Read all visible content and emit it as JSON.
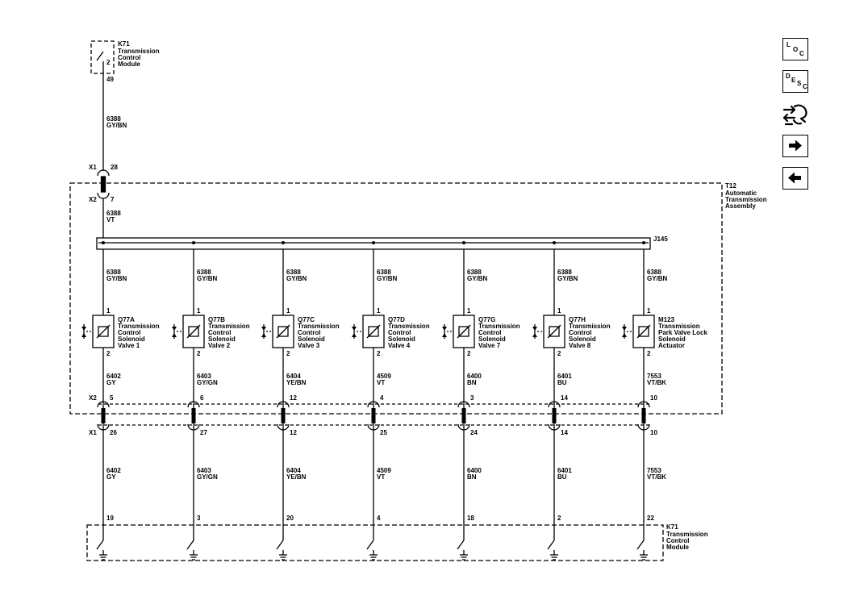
{
  "module_top": {
    "id": "K71",
    "name_lines": [
      "Transmission",
      "Control",
      "Module"
    ],
    "pin_inner": "2",
    "pin_out": "49"
  },
  "wire_top": {
    "circuit": "6388",
    "color": "GY/BN"
  },
  "connector_x1_top": {
    "name": "X1",
    "pin": "28"
  },
  "connector_x2_top": {
    "name": "X2",
    "pin": "7"
  },
  "wire_vt": {
    "circuit": "6388",
    "color": "VT"
  },
  "assembly": {
    "id": "T12",
    "name_lines": [
      "Automatic",
      "Transmission",
      "Assembly"
    ]
  },
  "splice": {
    "name": "J145"
  },
  "x2_label": "X2",
  "x1_label": "X1",
  "components": [
    {
      "id": "Q77A",
      "lines": [
        "Transmission",
        "Control",
        "Solenoid",
        "Valve 1"
      ],
      "pin1": "1",
      "pin2": "2",
      "feed_circuit": "6388",
      "feed_color": "GY/BN",
      "out_circuit": "6402",
      "out_color": "GY",
      "x2_pin": "5",
      "x1_pin": "26",
      "k71_pin": "19"
    },
    {
      "id": "Q77B",
      "lines": [
        "Transmission",
        "Control",
        "Solenoid",
        "Valve 2"
      ],
      "pin1": "1",
      "pin2": "2",
      "feed_circuit": "6388",
      "feed_color": "GY/BN",
      "out_circuit": "6403",
      "out_color": "GY/GN",
      "x2_pin": "6",
      "x1_pin": "27",
      "k71_pin": "3"
    },
    {
      "id": "Q77C",
      "lines": [
        "Transmission",
        "Control",
        "Solenoid",
        "Valve 3"
      ],
      "pin1": "1",
      "pin2": "2",
      "feed_circuit": "6388",
      "feed_color": "GY/BN",
      "out_circuit": "6404",
      "out_color": "YE/BN",
      "x2_pin": "12",
      "x1_pin": "12",
      "k71_pin": "20"
    },
    {
      "id": "Q77D",
      "lines": [
        "Transmission",
        "Control",
        "Solenoid",
        "Valve 4"
      ],
      "pin1": "1",
      "pin2": "2",
      "feed_circuit": "6388",
      "feed_color": "GY/BN",
      "out_circuit": "4509",
      "out_color": "VT",
      "x2_pin": "4",
      "x1_pin": "25",
      "k71_pin": "4"
    },
    {
      "id": "Q77G",
      "lines": [
        "Transmission",
        "Control",
        "Solenoid",
        "Valve 7"
      ],
      "pin1": "1",
      "pin2": "2",
      "feed_circuit": "6388",
      "feed_color": "GY/BN",
      "out_circuit": "6400",
      "out_color": "BN",
      "x2_pin": "3",
      "x1_pin": "24",
      "k71_pin": "18"
    },
    {
      "id": "Q77H",
      "lines": [
        "Transmission",
        "Control",
        "Solenoid",
        "Valve 8"
      ],
      "pin1": "1",
      "pin2": "2",
      "feed_circuit": "6388",
      "feed_color": "GY/BN",
      "out_circuit": "6401",
      "out_color": "BU",
      "x2_pin": "14",
      "x1_pin": "14",
      "k71_pin": "2"
    },
    {
      "id": "M123",
      "lines": [
        "Transmission",
        "Park Valve Lock",
        "Solenoid",
        "Actuator"
      ],
      "pin1": "1",
      "pin2": "2",
      "feed_circuit": "6388",
      "feed_color": "GY/BN",
      "out_circuit": "7553",
      "out_color": "VT/BK",
      "x2_pin": "10",
      "x1_pin": "10",
      "k71_pin": "22"
    }
  ],
  "module_bottom": {
    "id": "K71",
    "name_lines": [
      "Transmission",
      "Control",
      "Module"
    ]
  },
  "nav": {
    "loc": {
      "letters": [
        "L",
        "O",
        "C"
      ]
    },
    "desc": {
      "letters": [
        "D",
        "E",
        "S",
        "C"
      ]
    },
    "connector_icon": "connector-view-icon",
    "next_icon": "arrow-right-icon",
    "prev_icon": "arrow-left-icon"
  },
  "colors": {
    "line": "#000000",
    "background": "#ffffff"
  }
}
